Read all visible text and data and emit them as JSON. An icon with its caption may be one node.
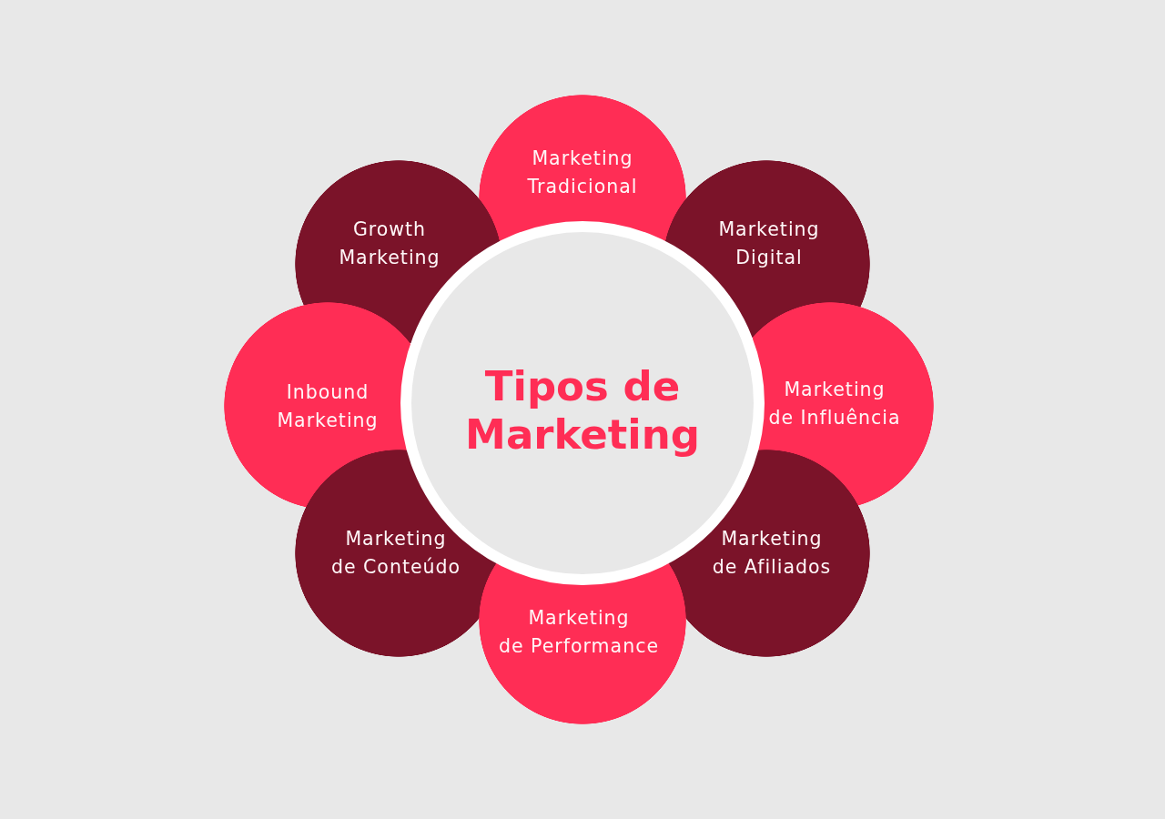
{
  "diagram": {
    "nodes": [
      {
        "text": [
          "Marketing Tradicional"
        ]
      },
      {
        "text": [
          "Growth Marketing"
        ]
      },
      {
        "text": [
          "Marketing Digital"
        ]
      },
      {
        "text": [
          "Inbound Marketing"
        ]
      },
      {
        "text": [
          "Tipos de Marketing"
        ]
      },
      {
        "text": [
          "Marketing de Influência"
        ]
      },
      {
        "text": [
          "Marketing de Conteúdo"
        ]
      },
      {
        "text": [
          "Marketing de Afiliados"
        ]
      },
      {
        "text": [
          "Marketing de Performance"
        ]
      }
    ]
  }
}
